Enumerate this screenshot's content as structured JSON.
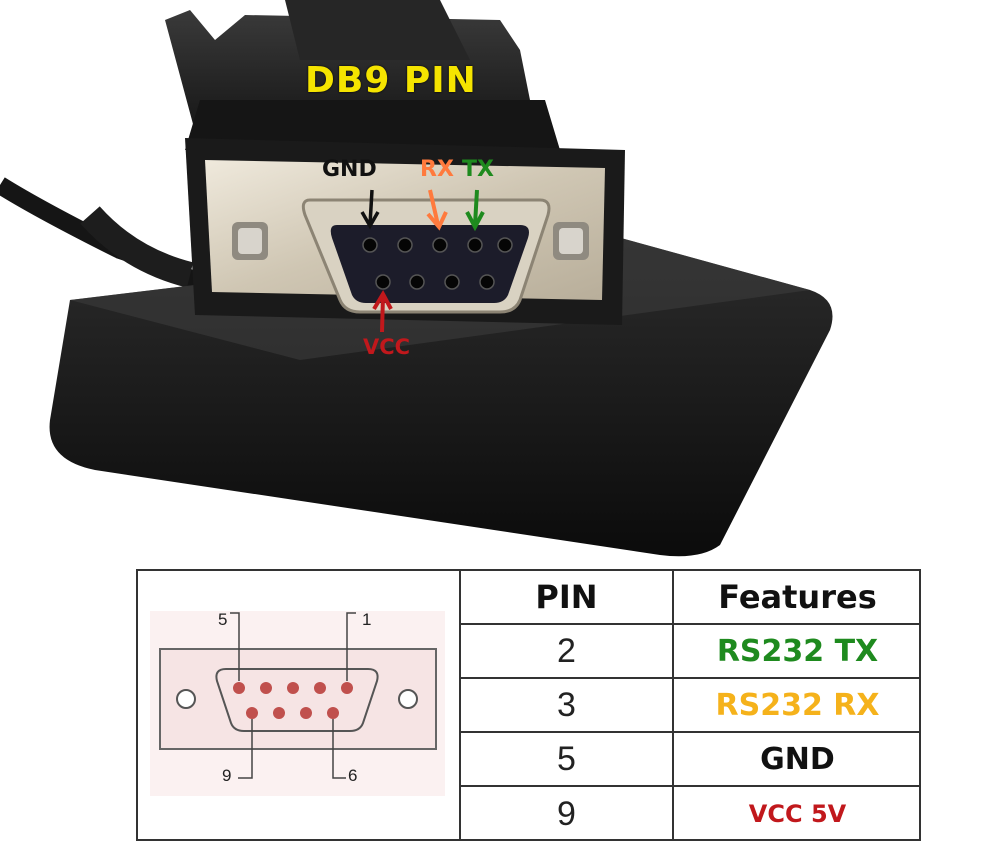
{
  "photo": {
    "title": "DB9 PIN",
    "labels": {
      "gnd": "GND",
      "rx": "RX",
      "tx": "TX",
      "vcc": "VCC"
    },
    "colors": {
      "title": "#f5e400",
      "gnd": "#111111",
      "rx": "#ff7a3d",
      "tx": "#1e8a1e",
      "vcc": "#c1181c"
    }
  },
  "diagram": {
    "pin_labels": {
      "top_left": "5",
      "top_right": "1",
      "bottom_left": "9",
      "bottom_right": "6"
    }
  },
  "table": {
    "headers": {
      "pin": "PIN",
      "features": "Features"
    },
    "rows": [
      {
        "pin": "2",
        "feature": "RS232 TX",
        "color": "#1e8a1e"
      },
      {
        "pin": "3",
        "feature": "RS232 RX",
        "color": "#f5b21b"
      },
      {
        "pin": "5",
        "feature": "GND",
        "color": "#111111"
      },
      {
        "pin": "9",
        "feature": "VCC 5V",
        "color": "#c1181c"
      }
    ]
  }
}
